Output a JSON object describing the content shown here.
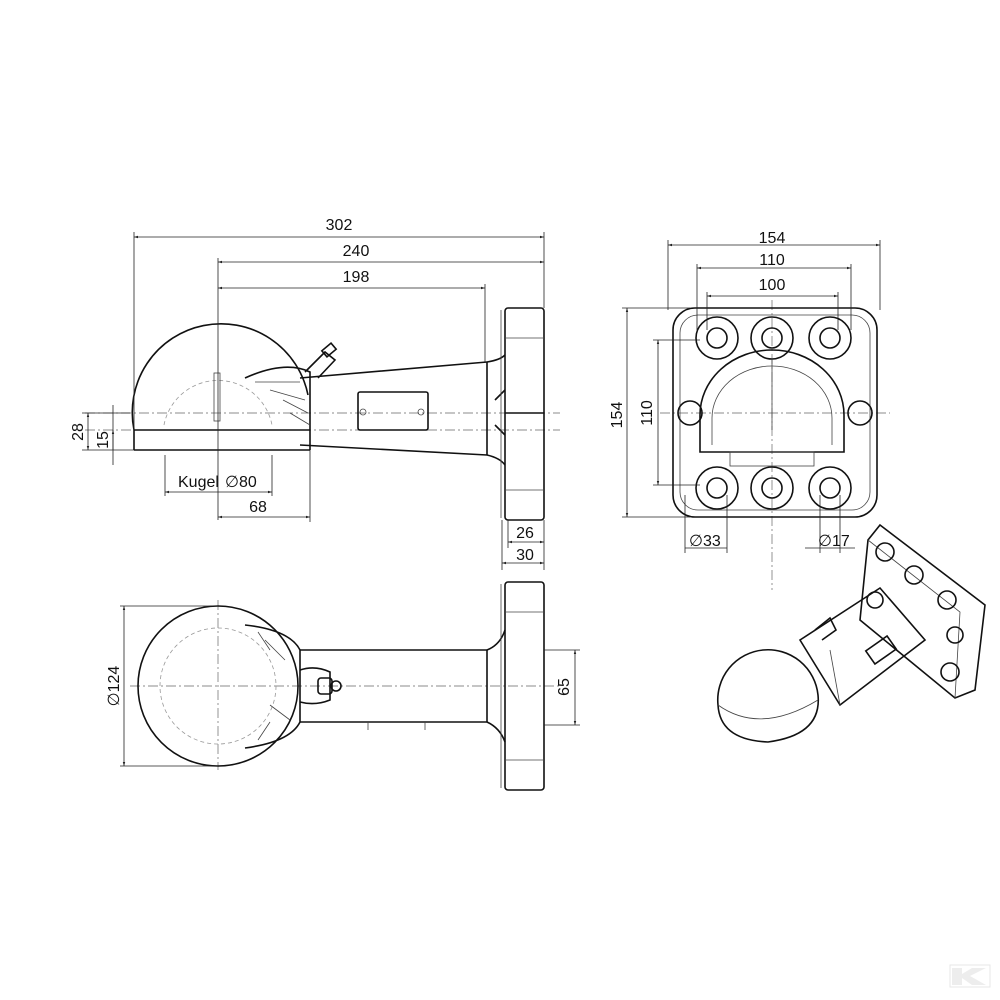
{
  "side_view": {
    "dim_overall_length": "302",
    "dim_240": "240",
    "dim_198": "198",
    "dim_28": "28",
    "dim_15": "15",
    "ball_label": "Kugel",
    "ball_diameter": "∅80",
    "dim_68": "68",
    "dim_26": "26",
    "dim_30": "30"
  },
  "front_view": {
    "dim_width_154": "154",
    "dim_110": "110",
    "dim_100": "100",
    "dim_height_154": "154",
    "dim_height_110": "110",
    "dim_hole_33": "∅33",
    "dim_hole_17": "∅17"
  },
  "bottom_view": {
    "dim_diameter_124": "∅124",
    "dim_65": "65"
  },
  "logo": {
    "text": "K"
  }
}
